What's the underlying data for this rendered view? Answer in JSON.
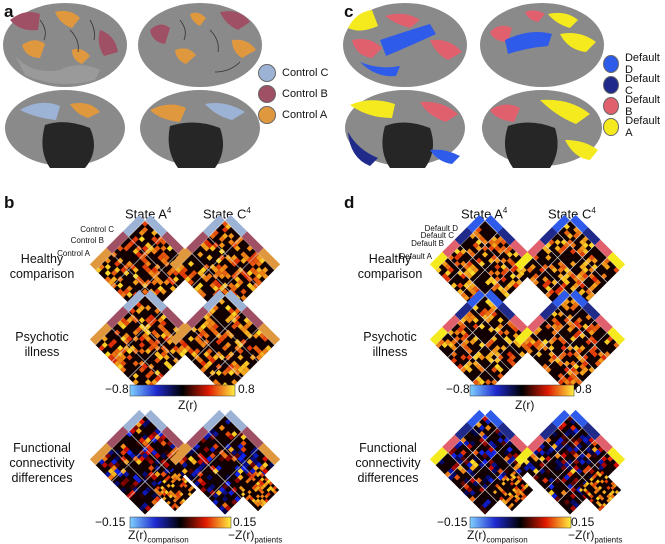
{
  "panels": {
    "a": "a",
    "b": "b",
    "c": "c",
    "d": "d"
  },
  "legend_left": [
    {
      "label": "Control C",
      "color": "#9db3d6"
    },
    {
      "label": "Control B",
      "color": "#a05064"
    },
    {
      "label": "Control A",
      "color": "#e0983e"
    }
  ],
  "legend_right": [
    {
      "label": "Default D",
      "color": "#2f5bea"
    },
    {
      "label": "Default C",
      "color": "#1f2a8a"
    },
    {
      "label": "Default B",
      "color": "#e0606e"
    },
    {
      "label": "Default A",
      "color": "#f5ea1e"
    }
  ],
  "states": {
    "a": "State A",
    "c": "State C",
    "sup": "4"
  },
  "rows": {
    "healthy": [
      "Healthy",
      "comparison"
    ],
    "psychotic": [
      "Psychotic",
      "illness"
    ],
    "differences": [
      "Functional",
      "connectivity",
      "differences"
    ]
  },
  "network_labels_left": [
    "Control C",
    "Control B",
    "Control A"
  ],
  "network_labels_right": [
    "Default D",
    "Default C",
    "Default B",
    "Default A"
  ],
  "colorbar_main": {
    "min": "−0.8",
    "max": "0.8",
    "label": "Z(r)"
  },
  "colorbar_diff": {
    "min": "−0.15",
    "max": "0.15",
    "label1": "Z(r)",
    "label1_sub": "comparison",
    "label2": "−Z(r)",
    "label2_sub": "patients"
  },
  "colors": {
    "brain": "#8a8a8a",
    "brain_dark": "#2a2a2a",
    "medial_wall": "#262626"
  }
}
